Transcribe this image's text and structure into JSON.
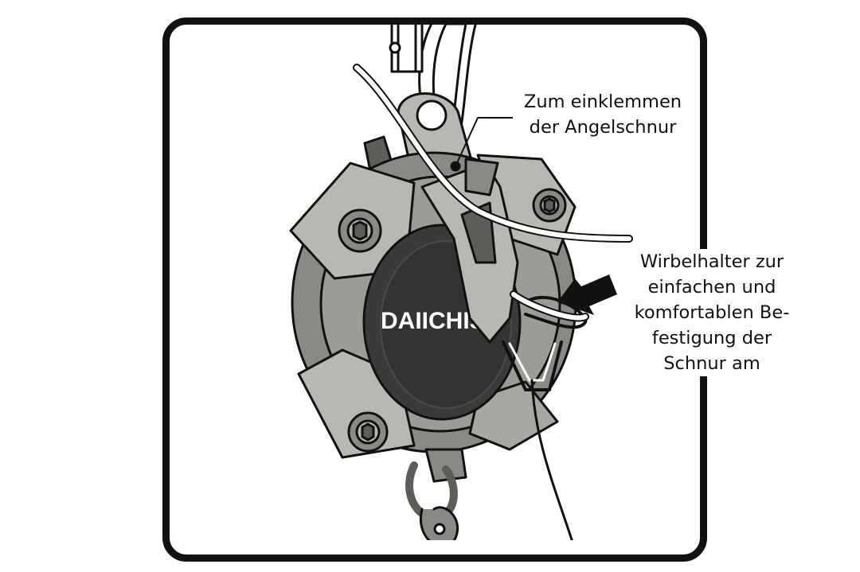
{
  "brand_text": "DAIICHIS",
  "colors": {
    "outline": "#111111",
    "body_gray": "#8b8985",
    "light_gray": "#b9b7b2",
    "dark_gray": "#5f5d59",
    "face_dark": "#3a3a3a",
    "background": "#ffffff"
  },
  "callouts": {
    "clamp_line": {
      "lines": [
        "Zum einklemmen",
        "der Angelschnur"
      ]
    },
    "swivel_holder": {
      "lines": [
        "Wirbelhalter zur",
        "einfachen und",
        "komfortablen Be-",
        "festigung der",
        "Schnur am"
      ]
    }
  }
}
